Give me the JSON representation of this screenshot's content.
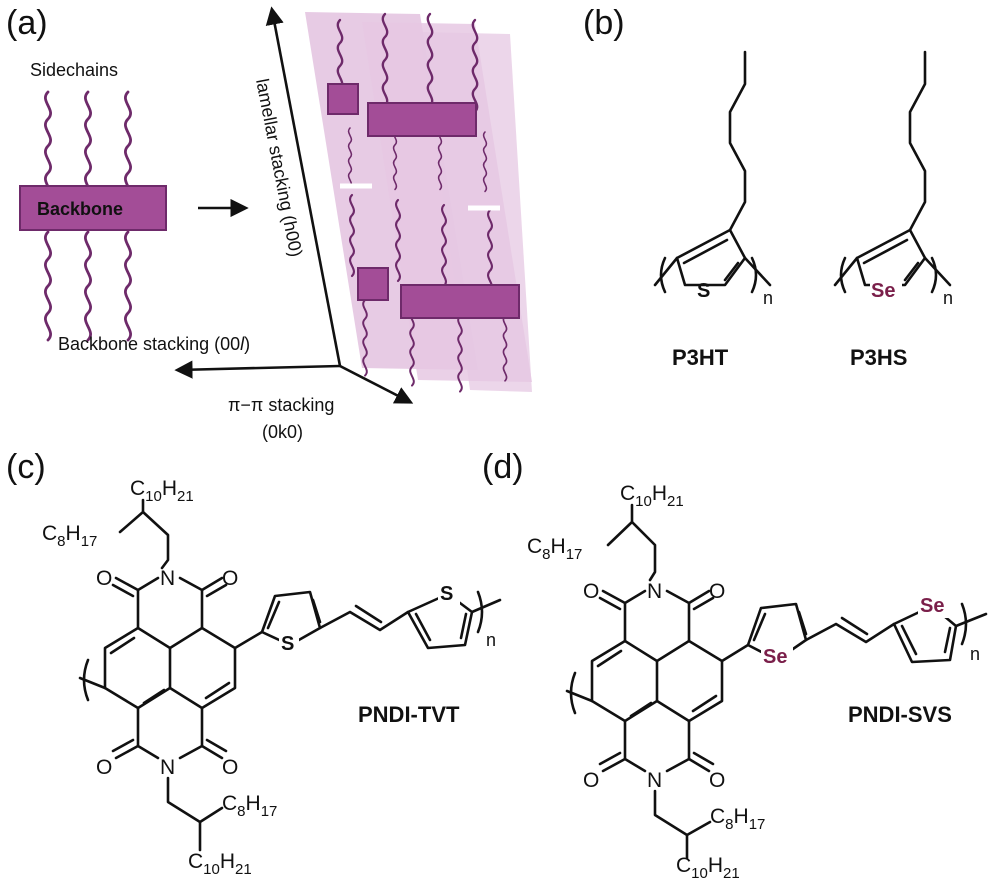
{
  "colors": {
    "backbone_fill": "#a34d97",
    "backbone_stroke": "#6e2a6a",
    "sidechain": "#6e2a6a",
    "lattice_band": "#e6c8e3",
    "selenium": "#7a1f4a",
    "text": "#111111"
  },
  "panel_a": {
    "label": "(a)",
    "sidechains_label": "Sidechains",
    "backbone_label": "Backbone",
    "lamellar_axis_label": "lamellar stacking (h00)",
    "backbone_axis_label": "Backbone stacking (00",
    "backbone_axis_italic": "l",
    "backbone_axis_close": ")",
    "pi_axis_label": "π−π stacking",
    "pi_axis_index": "(0k0)"
  },
  "panel_b": {
    "label": "(b)",
    "p3ht": {
      "heteroatom": "S",
      "repeat": "n",
      "name": "P3HT"
    },
    "p3hs": {
      "heteroatom": "Se",
      "repeat": "n",
      "name": "P3HS"
    }
  },
  "panel_c": {
    "label": "(c)",
    "name": "PNDI-TVT",
    "hetero": "S",
    "repeat": "n",
    "N": "N",
    "O": "O",
    "C": "C",
    "H": "H",
    "sub_10": "10",
    "sub_21": "21",
    "sub_8": "8",
    "sub_17": "17"
  },
  "panel_d": {
    "label": "(d)",
    "name": "PNDI-SVS",
    "hetero": "Se",
    "repeat": "n",
    "N": "N",
    "O": "O",
    "C": "C",
    "H": "H",
    "sub_10": "10",
    "sub_21": "21",
    "sub_8": "8",
    "sub_17": "17"
  }
}
